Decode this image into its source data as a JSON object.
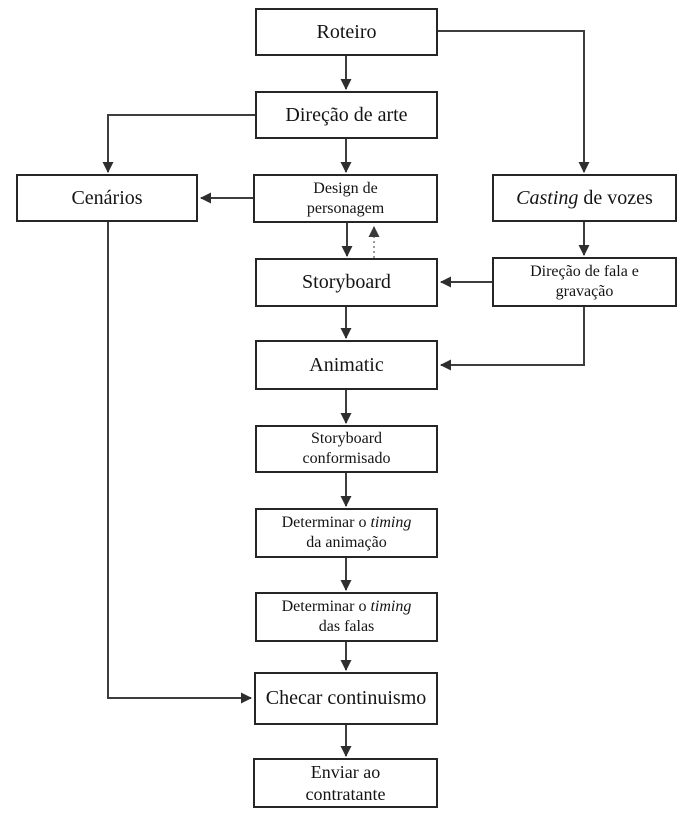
{
  "diagram": {
    "language": "pt-BR",
    "nodes": {
      "roteiro": {
        "label": "Roteiro"
      },
      "direcao_arte": {
        "label": "Direção de arte"
      },
      "cenarios": {
        "label": "Cenários"
      },
      "design_personagem": {
        "line1": "Design de",
        "line2": "personagem"
      },
      "casting_vozes": {
        "italic": "Casting",
        "rest": " de vozes"
      },
      "storyboard": {
        "label": "Storyboard"
      },
      "direcao_fala": {
        "line1": "Direção de fala e",
        "line2": "gravação"
      },
      "animatic": {
        "label": "Animatic"
      },
      "sb_conformisado": {
        "line1": "Storyboard",
        "line2": "conformisado"
      },
      "timing_animacao": {
        "pre": "Determinar o ",
        "italic": "timing",
        "line2": "da animação"
      },
      "timing_falas": {
        "pre": "Determinar o ",
        "italic": "timing",
        "line2": "das falas"
      },
      "checar_continuismo": {
        "label": "Checar continuismo"
      },
      "enviar_contratante": {
        "line1": "Enviar ao",
        "line2": "contratante"
      }
    },
    "edges": [
      {
        "from": "roteiro",
        "to": "direcao_arte",
        "style": "solid"
      },
      {
        "from": "roteiro",
        "to": "casting_vozes",
        "style": "solid"
      },
      {
        "from": "direcao_arte",
        "to": "design_personagem",
        "style": "solid"
      },
      {
        "from": "direcao_arte",
        "to": "cenarios",
        "style": "solid"
      },
      {
        "from": "design_personagem",
        "to": "cenarios",
        "style": "solid"
      },
      {
        "from": "design_personagem",
        "to": "storyboard",
        "style": "solid"
      },
      {
        "from": "storyboard",
        "to": "design_personagem",
        "style": "dotted"
      },
      {
        "from": "casting_vozes",
        "to": "direcao_fala",
        "style": "solid"
      },
      {
        "from": "direcao_fala",
        "to": "storyboard",
        "style": "solid"
      },
      {
        "from": "direcao_fala",
        "to": "animatic",
        "style": "solid"
      },
      {
        "from": "storyboard",
        "to": "animatic",
        "style": "solid"
      },
      {
        "from": "animatic",
        "to": "sb_conformisado",
        "style": "solid"
      },
      {
        "from": "sb_conformisado",
        "to": "timing_animacao",
        "style": "solid"
      },
      {
        "from": "timing_animacao",
        "to": "timing_falas",
        "style": "solid"
      },
      {
        "from": "timing_falas",
        "to": "checar_continuismo",
        "style": "solid"
      },
      {
        "from": "cenarios",
        "to": "checar_continuismo",
        "style": "solid"
      },
      {
        "from": "checar_continuismo",
        "to": "enviar_contratante",
        "style": "solid"
      }
    ],
    "colors": {
      "background": "#ffffff",
      "box_border": "#262626",
      "box_fill": "#ffffff",
      "text": "#141414",
      "arrow_line": "#3d3d3d",
      "dotted_line": "#9a9a9a",
      "arrowhead": "#2e2e2e"
    }
  }
}
